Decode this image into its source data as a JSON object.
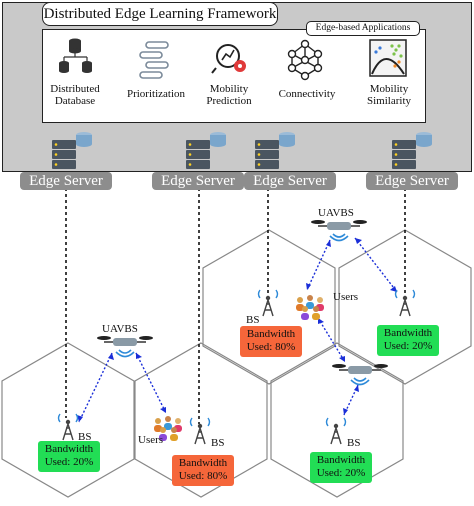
{
  "framework_title": "Distributed Edge Learning Framework",
  "apps_title": "Edge-based Applications",
  "apps": [
    {
      "line1": "Distributed",
      "line2": "Database",
      "icon": "database-icon"
    },
    {
      "line1": "Prioritization",
      "line2": "",
      "icon": "prioritization-icon"
    },
    {
      "line1": "Mobility",
      "line2": "Prediction",
      "icon": "mobility-prediction-icon"
    },
    {
      "line1": "Connectivity",
      "line2": "",
      "icon": "connectivity-icon"
    },
    {
      "line1": "Mobility",
      "line2": "Similarity",
      "icon": "mobility-similarity-icon"
    }
  ],
  "servers": [
    "Edge Server",
    "Edge Server",
    "Edge Server",
    "Edge Server"
  ],
  "uavbs": [
    "UAVBS",
    "UAVBS"
  ],
  "users": [
    "Users",
    "Users"
  ],
  "bs": [
    "BS",
    "BS",
    "BS",
    "BS"
  ],
  "bandwidth": [
    {
      "line1": "Bandwidth",
      "line2": "Used: 20%",
      "color": "#22dd55"
    },
    {
      "line1": "Bandwidth",
      "line2": "Used: 80%",
      "color": "#f5663a"
    },
    {
      "line1": "Bandwidth",
      "line2": "Used: 80%",
      "color": "#f5663a"
    },
    {
      "line1": "Bandwidth",
      "line2": "Used: 20%",
      "color": "#22dd55"
    },
    {
      "line1": "Bandwidth",
      "line2": "Used: 20%",
      "color": "#22dd55"
    }
  ],
  "colors": {
    "link": "#1a2ed8",
    "frame": "#c9c9c9",
    "server_label": "#8d8d8d"
  }
}
